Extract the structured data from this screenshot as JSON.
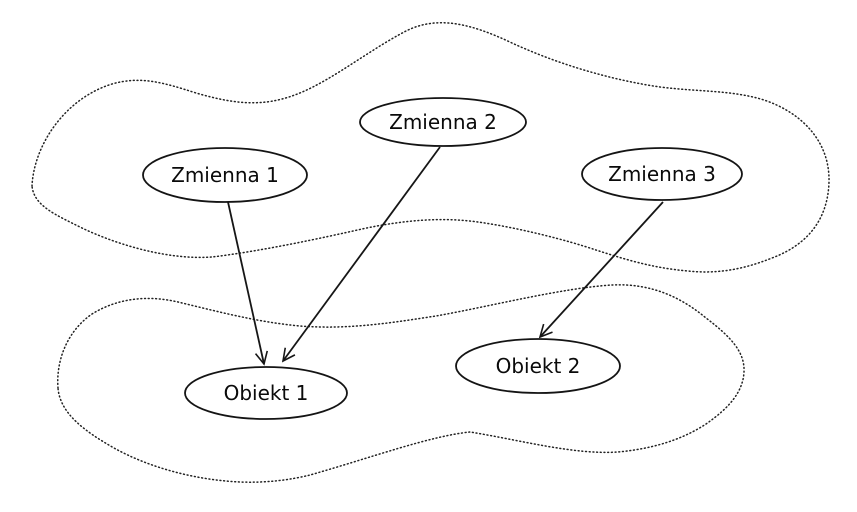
{
  "diagram": {
    "background_color": "#ffffff",
    "outline_color": "#222222",
    "node_stroke_color": "#141414",
    "text_color": "#0a0a0a",
    "clusters": [
      {
        "id": "cluster-variables",
        "style": "dotted",
        "members": [
          "zmienna1",
          "zmienna2",
          "zmienna3"
        ]
      },
      {
        "id": "cluster-objects",
        "style": "dotted",
        "members": [
          "obiekt1",
          "obiekt2"
        ]
      }
    ],
    "nodes": [
      {
        "id": "zmienna1",
        "label": "Zmienna 1",
        "shape": "ellipse"
      },
      {
        "id": "zmienna2",
        "label": "Zmienna 2",
        "shape": "ellipse"
      },
      {
        "id": "zmienna3",
        "label": "Zmienna 3",
        "shape": "ellipse"
      },
      {
        "id": "obiekt1",
        "label": "Obiekt 1",
        "shape": "ellipse"
      },
      {
        "id": "obiekt2",
        "label": "Obiekt 2",
        "shape": "ellipse"
      }
    ],
    "edges": [
      {
        "from": "zmienna1",
        "to": "obiekt1",
        "arrowhead": "open"
      },
      {
        "from": "zmienna2",
        "to": "obiekt1",
        "arrowhead": "open"
      },
      {
        "from": "zmienna3",
        "to": "obiekt2",
        "arrowhead": "open"
      }
    ]
  }
}
